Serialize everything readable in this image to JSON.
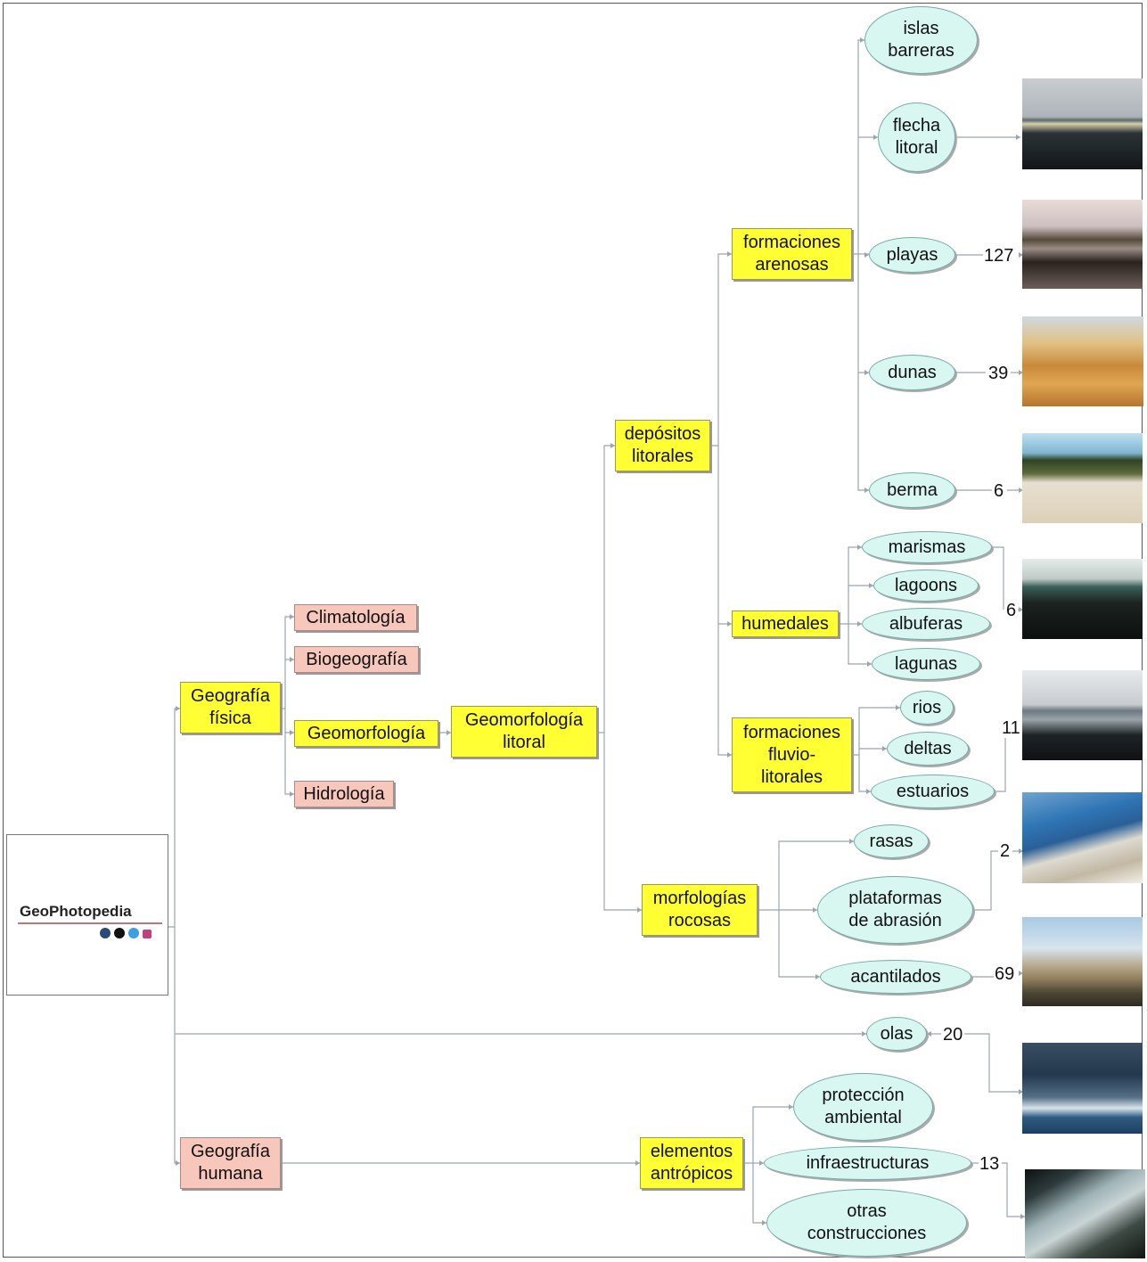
{
  "logo": {
    "text": "GeoPhotopedia"
  },
  "nodes": {
    "geografia_fisica": "Geografía\nfísica",
    "geografia_humana": "Geografía\nhumana",
    "climatologia": "Climatología",
    "biogeografia": "Biogeografía",
    "geomorfologia": "Geomorfología",
    "hidrologia": "Hidrología",
    "geomorfologia_litoral": "Geomorfología\nlitoral",
    "depositos_litorales": "depósitos\nlitorales",
    "morfologias_rocosas": "morfologías\nrocosas",
    "formaciones_arenosas": "formaciones\narenosas",
    "humedales": "humedales",
    "formaciones_fluvio_litorales": "formaciones\nfluvio-\nlitorales",
    "elementos_antropicos": "elementos\nantrópicos",
    "islas_barreras": "islas\nbarreras",
    "flecha_litoral": "flecha\nlitoral",
    "playas": "playas",
    "dunas": "dunas",
    "berma": "berma",
    "marismas": "marismas",
    "lagoons": "lagoons",
    "albuferas": "albuferas",
    "lagunas": "lagunas",
    "rios": "rios",
    "deltas": "deltas",
    "estuarios": "estuarios",
    "rasas": "rasas",
    "plataformas_de_abrasion": "plataformas\nde abrasión",
    "acantilados": "acantilados",
    "olas": "olas",
    "proteccion_ambiental": "protección\nambiental",
    "infraestructuras": "infraestructuras",
    "otras_construcciones": "otras\nconstrucciones"
  },
  "counts": {
    "playas": "127",
    "dunas": "39",
    "berma": "6",
    "humedales": "6",
    "fluvio": "11",
    "plataformas": "2",
    "acantilados": "69",
    "olas": "20",
    "infraestructuras": "13"
  },
  "colors": {
    "category_yellow": "#ffff33",
    "category_pink": "#f7c7bb",
    "leaf_cyan": "#d8f7f0",
    "connector": "#9aa5b0"
  },
  "photos": [
    "flecha-litoral-photo",
    "playas-photo",
    "dunas-photo",
    "berma-photo",
    "humedales-photo",
    "fluvio-photo",
    "plataformas-photo",
    "acantilados-photo",
    "olas-photo",
    "infraestructuras-photo"
  ]
}
